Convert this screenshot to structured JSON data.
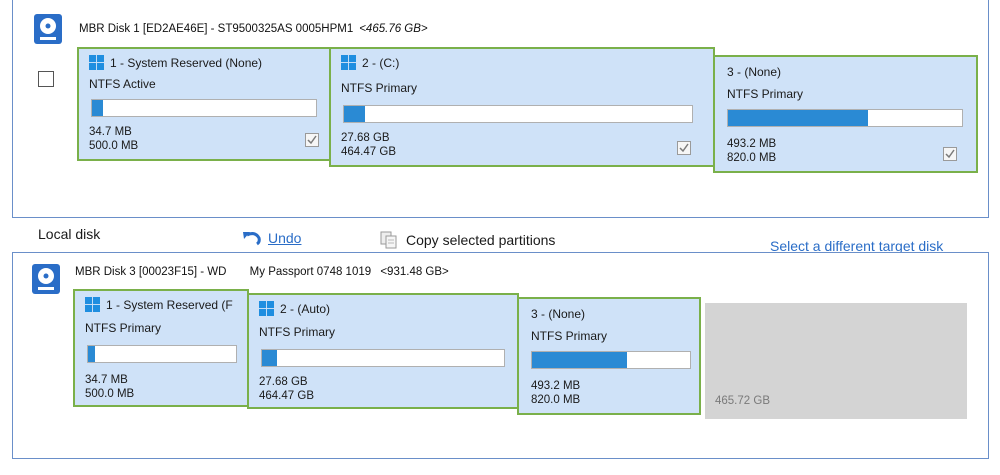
{
  "source_disk": {
    "title": "MBR Disk 1 [ED2AE46E] - ST9500325AS 0005HPM1",
    "size": "<465.76 GB>",
    "partitions": [
      {
        "name": "1 - System Reserved (None)",
        "fs": "NTFS Active",
        "used": "34.7 MB",
        "total": "500.0 MB",
        "fill": 0.05,
        "checked": true
      },
      {
        "name": "2 - (C:)",
        "fs": "NTFS Primary",
        "used": "27.68 GB",
        "total": "464.47 GB",
        "fill": 0.06,
        "checked": true
      },
      {
        "name": "3 - (None)",
        "fs": "NTFS Primary",
        "used": "493.2 MB",
        "total": "820.0 MB",
        "fill": 0.6,
        "checked": true
      }
    ]
  },
  "toolbar": {
    "section_label": "Local disk",
    "undo_label": "Undo",
    "copy_label": "Copy selected partitions",
    "select_target_label": "Select a different target disk"
  },
  "target_disk": {
    "title": "MBR Disk 3 [00023F15] - WD",
    "model": "My Passport 0748 1019",
    "size": "<931.48 GB>",
    "partitions": [
      {
        "name": "1 - System Reserved (F",
        "fs": "NTFS Primary",
        "used": "34.7 MB",
        "total": "500.0 MB",
        "fill": 0.05
      },
      {
        "name": "2 -  (Auto)",
        "fs": "NTFS Primary",
        "used": "27.68 GB",
        "total": "464.47 GB",
        "fill": 0.06
      },
      {
        "name": "3 - (None)",
        "fs": "NTFS Primary",
        "used": "493.2 MB",
        "total": "820.0 MB",
        "fill": 0.6
      }
    ],
    "unallocated": "465.72 GB"
  },
  "colors": {
    "partition_bg": "#cfe2f8",
    "partition_border": "#7ab04a",
    "bar_fill": "#2a8ad4",
    "link": "#2a6dc7",
    "unallocated_bg": "#d4d4d4"
  }
}
